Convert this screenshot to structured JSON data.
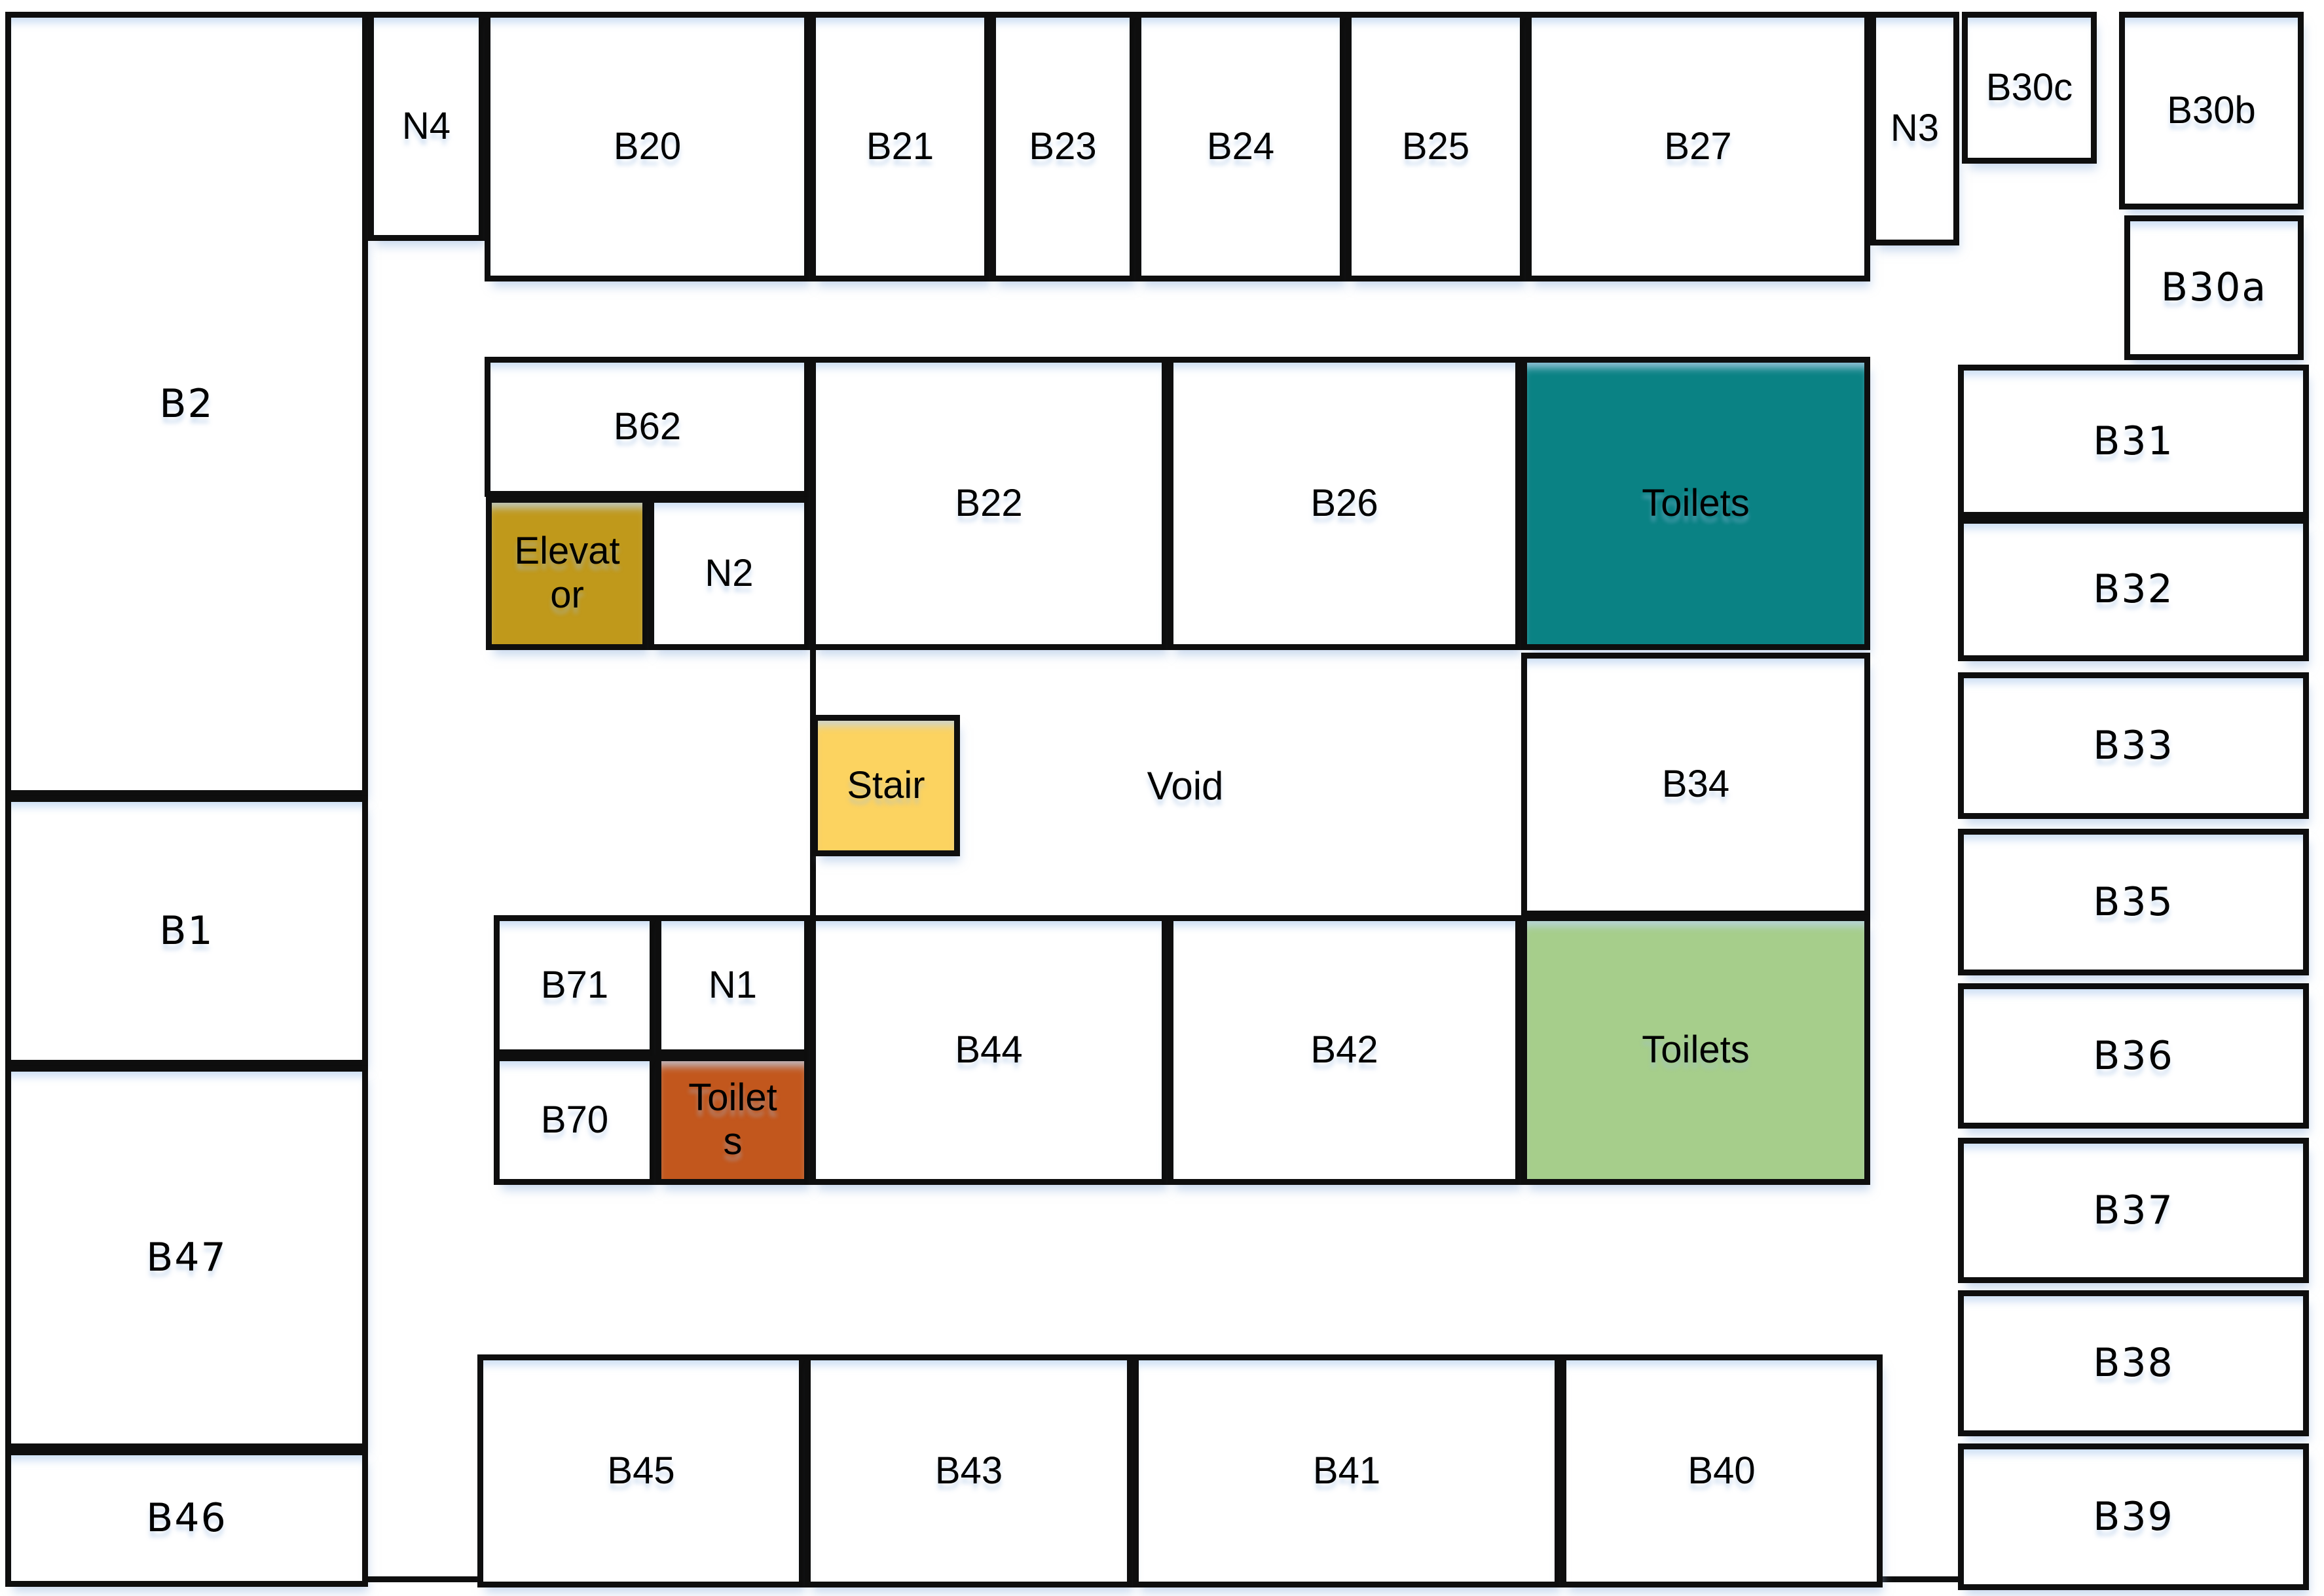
{
  "diagram": {
    "type": "building-floor-plan",
    "void_label": "Void"
  },
  "colors": {
    "wall": "#0e0e0e",
    "room_fill": "#ffffff",
    "label_text": "#000000",
    "elevator": "#C0991B",
    "stair": "#FCD360",
    "toilets_teal": "#0A8284",
    "toilets_green": "#A6CE8B",
    "toilets_orange": "#C2571D"
  },
  "rooms": {
    "b2": {
      "label": "B2"
    },
    "b1": {
      "label": "B1"
    },
    "b47": {
      "label": "B47"
    },
    "b46": {
      "label": "B46"
    },
    "n4": {
      "label": "N4"
    },
    "b20": {
      "label": "B20"
    },
    "b21": {
      "label": "B21"
    },
    "b23": {
      "label": "B23"
    },
    "b24": {
      "label": "B24"
    },
    "b25": {
      "label": "B25"
    },
    "b27": {
      "label": "B27"
    },
    "n3": {
      "label": "N3"
    },
    "b30c": {
      "label": "B30c"
    },
    "b30b": {
      "label": "B30b"
    },
    "b30a": {
      "label": "B30a"
    },
    "b31": {
      "label": "B31"
    },
    "b32": {
      "label": "B32"
    },
    "b33": {
      "label": "B33"
    },
    "b35": {
      "label": "B35"
    },
    "b36": {
      "label": "B36"
    },
    "b37": {
      "label": "B37"
    },
    "b38": {
      "label": "B38"
    },
    "b39": {
      "label": "B39"
    },
    "b62": {
      "label": "B62"
    },
    "elevator": {
      "label": "Elevator"
    },
    "n2": {
      "label": "N2"
    },
    "b22": {
      "label": "B22"
    },
    "b26": {
      "label": "B26"
    },
    "toilets_teal": {
      "label": "Toilets"
    },
    "stair": {
      "label": "Stair"
    },
    "void": {
      "label": "Void"
    },
    "b34": {
      "label": "B34"
    },
    "b71": {
      "label": "B71"
    },
    "n1": {
      "label": "N1"
    },
    "b70": {
      "label": "B70"
    },
    "toilets_orange": {
      "label": "Toilets"
    },
    "b44": {
      "label": "B44"
    },
    "b42": {
      "label": "B42"
    },
    "toilets_green": {
      "label": "Toilets"
    },
    "b45": {
      "label": "B45"
    },
    "b43": {
      "label": "B43"
    },
    "b41": {
      "label": "B41"
    },
    "b40": {
      "label": "B40"
    }
  }
}
